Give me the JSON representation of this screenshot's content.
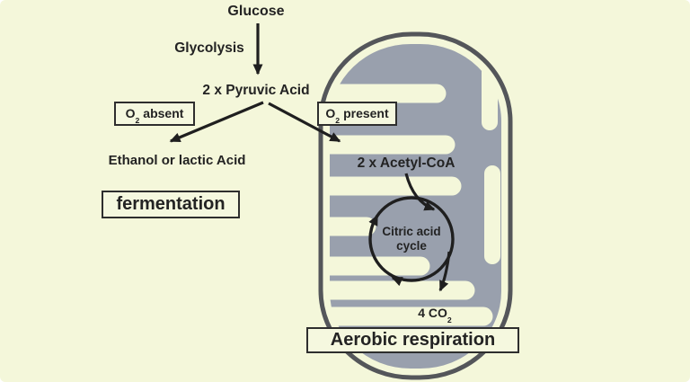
{
  "colors": {
    "background": "#f4f7da",
    "matrix_gray": "#99a0ad",
    "membrane_gray": "#54565a",
    "ink": "#1f1f1f",
    "box_background": "#f5f8df"
  },
  "pathway": {
    "glucose": "Glucose",
    "glycolysis": "Glycolysis",
    "pyruvic_acid": "2 x Pyruvic Acid",
    "ethanol": "Ethanol or lactic Acid",
    "fermentation": "fermentation"
  },
  "conditions": {
    "absent": {
      "symbol": "O",
      "sub": "2",
      "label": "absent"
    },
    "present": {
      "symbol": "O",
      "sub": "2",
      "label": "present"
    }
  },
  "mitochondrion": {
    "acetyl_coa": "2 x Acetyl-CoA",
    "citric_line1": "Citric acid",
    "citric_line2": "cycle",
    "co2": {
      "prefix": "4 CO",
      "sub": "2"
    },
    "aerobic": "Aerobic respiration"
  }
}
